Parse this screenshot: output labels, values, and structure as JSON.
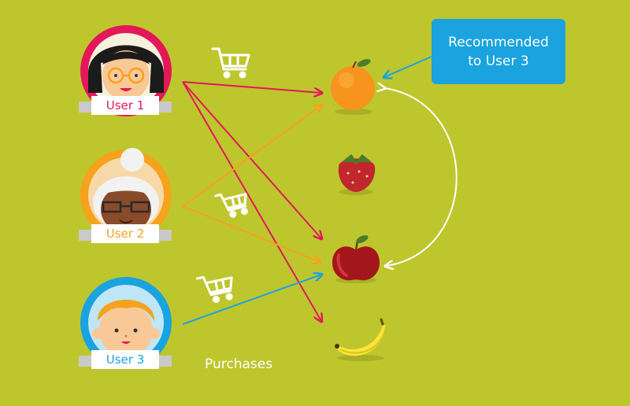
{
  "users": [
    {
      "label": "User 1",
      "color": "#e2185a"
    },
    {
      "label": "User 2",
      "color": "#f5a21c"
    },
    {
      "label": "User 3",
      "color": "#1aa3de"
    }
  ],
  "fruits": [
    {
      "name": "orange-icon"
    },
    {
      "name": "strawberry-icon"
    },
    {
      "name": "apple-icon"
    },
    {
      "name": "banana-icon"
    }
  ],
  "callout": {
    "line1": "Recommended",
    "line2": "to User 3",
    "color": "#1aa3de"
  },
  "purchases_label": "Purchases",
  "colors": {
    "background": "#bec62e",
    "recommend_arrow": "#ffffff"
  }
}
